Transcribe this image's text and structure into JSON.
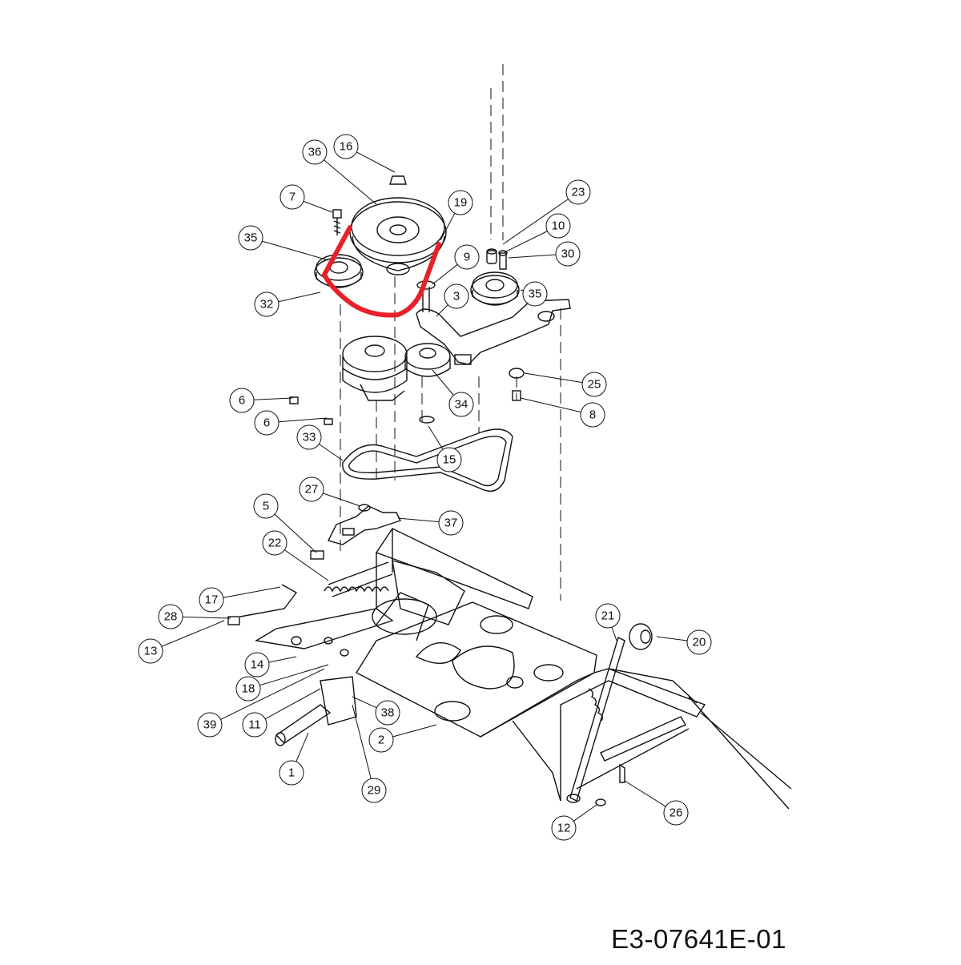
{
  "document_code": "E3-07641E-01",
  "highlight_color": "#e8202a",
  "line_color": "#111111",
  "highlighted_part": "19",
  "callouts": [
    "36",
    "16",
    "7",
    "19",
    "23",
    "10",
    "35",
    "30",
    "9",
    "32",
    "3",
    "35",
    "25",
    "6",
    "34",
    "8",
    "6",
    "33",
    "15",
    "27",
    "5",
    "37",
    "22",
    "17",
    "28",
    "21",
    "20",
    "13",
    "14",
    "18",
    "38",
    "39",
    "11",
    "2",
    "1",
    "29",
    "12",
    "26"
  ]
}
